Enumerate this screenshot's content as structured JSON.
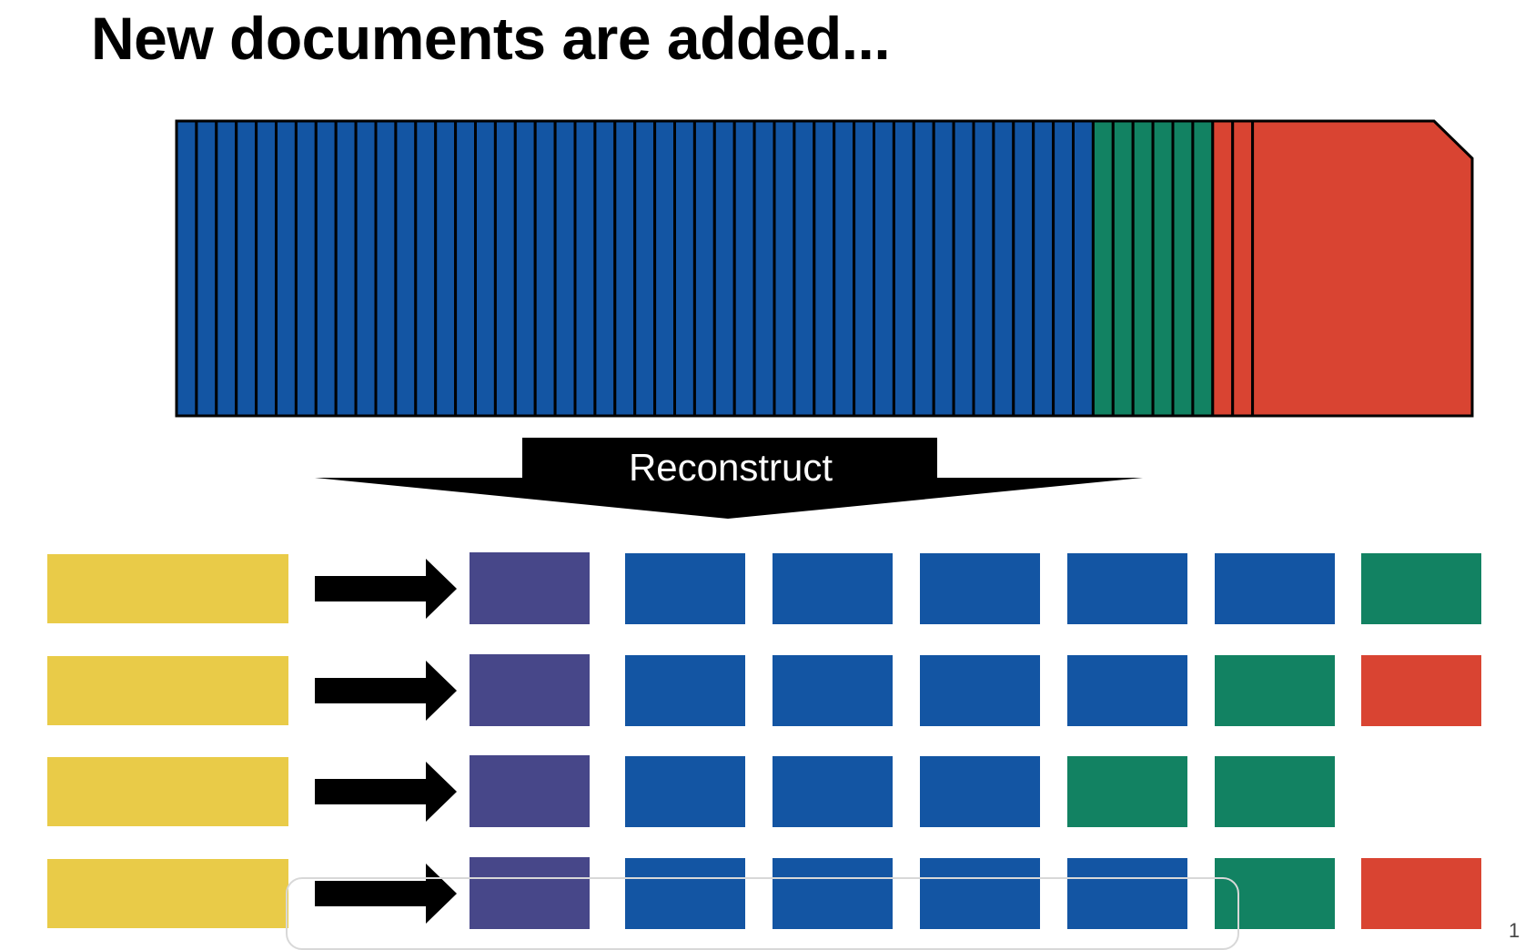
{
  "slide": {
    "title": "New documents are added...",
    "slide_number": "1"
  },
  "colors": {
    "blue": "#1355a3",
    "green": "#128262",
    "red": "#d94432",
    "purple": "#474789",
    "yellow": "#e9cb48",
    "black": "#000000"
  },
  "segment_bar": {
    "segments": {
      "blue_count": 46,
      "green_count": 6,
      "red_count": 2
    },
    "final_block_color": "red"
  },
  "reconstruct_arrow": {
    "label": "Reconstruct"
  },
  "rows": [
    {
      "cells": [
        "blue",
        "blue",
        "blue",
        "blue",
        "blue",
        "green"
      ]
    },
    {
      "cells": [
        "blue",
        "blue",
        "blue",
        "blue",
        "green",
        "red"
      ]
    },
    {
      "cells": [
        "blue",
        "blue",
        "blue",
        "green",
        "green",
        null
      ]
    },
    {
      "cells": [
        "blue",
        "blue",
        "blue",
        "blue",
        "green",
        "red"
      ]
    }
  ]
}
